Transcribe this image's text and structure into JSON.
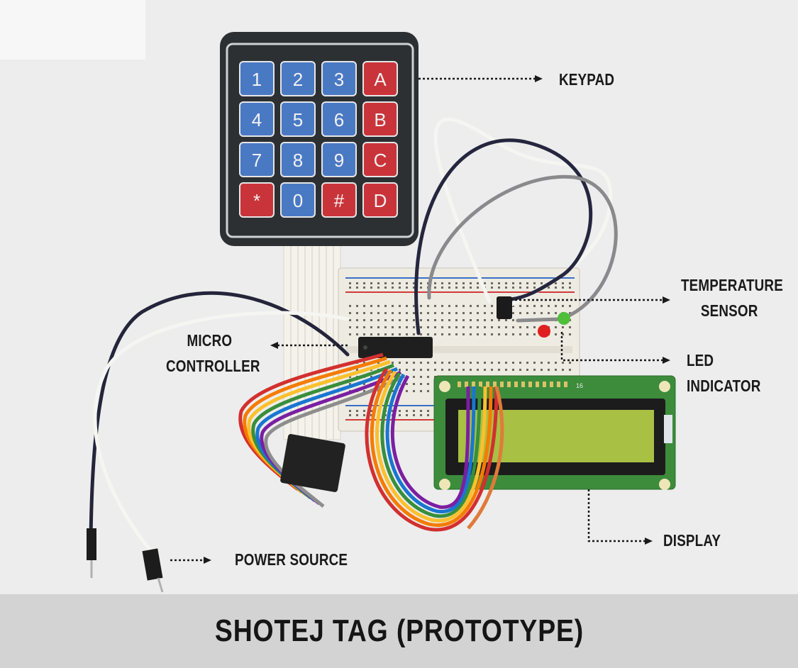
{
  "labels": {
    "keypad": "KEYPAD",
    "temperature_sensor_line1": "TEMPERATURE",
    "temperature_sensor_line2": "SENSOR",
    "micro_controller_line1": "MICRO",
    "micro_controller_line2": "CONTROLLER",
    "led_indicator": "LED INDICATOR",
    "display": "DISPLAY",
    "power_source": "POWER SOURCE"
  },
  "keypad_keys": [
    "1",
    "2",
    "3",
    "A",
    "4",
    "5",
    "6",
    "B",
    "7",
    "8",
    "9",
    "C",
    "*",
    "0",
    "#",
    "D"
  ],
  "lcd_pin_label": "16",
  "caption": "SHOTEJ TAG (PROTOTYPE)",
  "colors": {
    "background": "#ededed",
    "caption_bar": "#d3d3d3",
    "keypad_body": "#2d3033",
    "key_blue": "#4a79c4",
    "key_red": "#c9343a",
    "breadboard": "#eeebe2",
    "lcd_pcb": "#3c8c3c",
    "lcd_screen": "#a8c043",
    "led_red": "#e02020",
    "led_green": "#4fbf3a"
  }
}
